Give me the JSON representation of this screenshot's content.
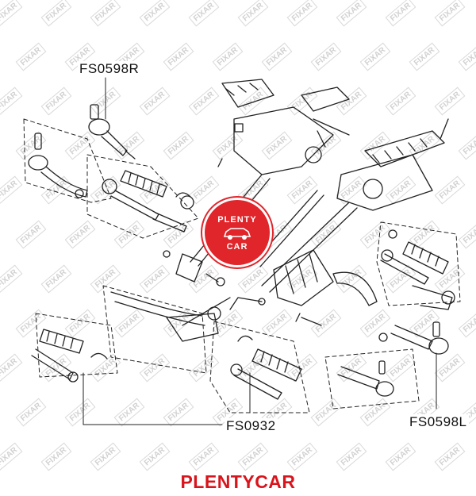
{
  "labels": {
    "part_right": "FS0598R",
    "part_center": "FS0932",
    "part_left": "FS0598L"
  },
  "brand": {
    "footer_text": "PLENTYCAR",
    "logo_top": "PLENTY",
    "logo_bottom": "CAR",
    "accent_color": "#d8141c"
  },
  "watermark": {
    "text": "FIXAR"
  }
}
